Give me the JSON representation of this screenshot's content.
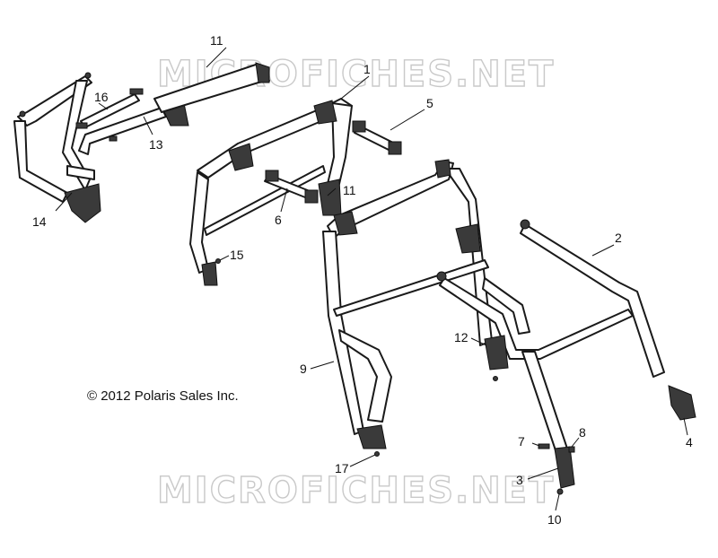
{
  "watermark": "MICROFICHES.NET",
  "copyright": "© 2012 Polaris Sales Inc.",
  "callouts": [
    "1",
    "2",
    "3",
    "4",
    "5",
    "6",
    "7",
    "8",
    "9",
    "10",
    "11",
    "11",
    "12",
    "13",
    "14",
    "15",
    "16",
    "17"
  ]
}
